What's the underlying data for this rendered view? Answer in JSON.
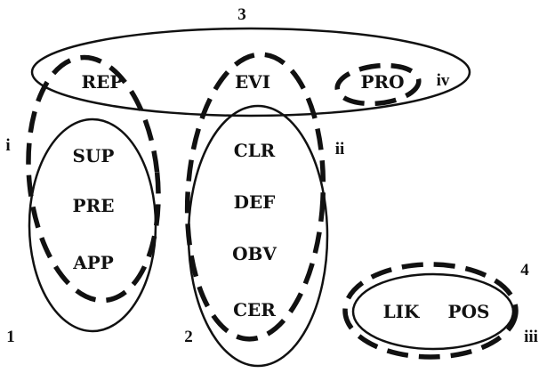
{
  "groups": {
    "one": {
      "number": "1",
      "terms": [
        "SUP",
        "PRE",
        "APP"
      ]
    },
    "two": {
      "number": "2",
      "terms": [
        "CLR",
        "DEF",
        "OBV",
        "CER"
      ]
    },
    "three": {
      "number": "3",
      "terms": [
        "REP",
        "EVI",
        "PRO"
      ]
    },
    "four": {
      "number": "4",
      "terms": [
        "LIK",
        "POS"
      ]
    }
  },
  "clusters": {
    "i": "i",
    "ii": "ii",
    "iii": "iii",
    "iv": "iv"
  }
}
